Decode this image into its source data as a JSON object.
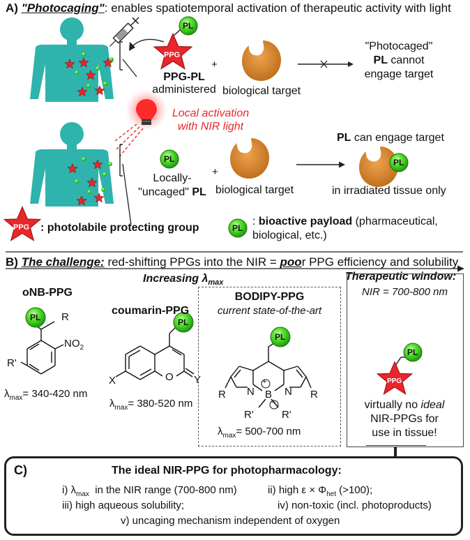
{
  "sectionA": {
    "label": "A)",
    "heading": "\"Photocaging\"",
    "heading_rest": ": enables spatiotemporal activation of therapeutic activity with light",
    "ppg_pl_label_bold": "PPG-PL",
    "ppg_pl_label_2": "administered",
    "biological_target": "biological target",
    "photocaged_line1": "\"Photocaged\"",
    "photocaged_line2": "PL cannot",
    "photocaged_line3": "engage target",
    "plus": "+",
    "local_activation_1": "Local activation",
    "local_activation_2": "with NIR light",
    "locally_1": "Locally-",
    "locally_2": "\"uncaged\" PL",
    "biological_target_2": "biological target",
    "can_engage": "PL can engage target",
    "irradiated": "in irradiated tissue only",
    "legend_ppg": ": photolabile protecting group",
    "legend_pl_bold": "bioactive payload",
    "legend_pl_rest": " (pharmaceutical,",
    "legend_pl_line2": "biological, etc.)",
    "ppg_badge": "PPG",
    "pl_badge": "PL"
  },
  "sectionB": {
    "label": "B)",
    "heading": "The challenge:",
    "heading_rest_1": " red-shifting PPGs into the NIR = ",
    "heading_poo": "poo",
    "heading_rest_2": "r PPG efficiency and solubility",
    "increasing": "Increasing λ",
    "increasing_sub": "max",
    "therapeutic_window": "Therapeutic window:",
    "nir_range": "NIR = 700-800 nm",
    "onb_title": "oNB-PPG",
    "onb_range": "= 340-420 nm",
    "coumarin_title": "coumarin-PPG",
    "coumarin_range": "= 380-520 nm",
    "bodipy_title": "BODIPY-PPG",
    "bodipy_sub": "current state-of-the-art",
    "bodipy_range": "= 500-700 nm",
    "lambda": "λ",
    "lambda_sub": "max",
    "virtually_1": "virtually no ",
    "virtually_ideal": "ideal",
    "virtually_2": "NIR-PPGs for",
    "virtually_3": "use in tissue!"
  },
  "sectionC": {
    "label": "C)",
    "title": "The ideal NIR-PPG for photopharmacology:",
    "item_i_pre": "i) λ",
    "item_i_sub": "max",
    "item_i_post": "  in the NIR range (700-800 nm)",
    "item_ii": "ii) high ε × Φ",
    "item_ii_sub": "het",
    "item_ii_post": " (>100);",
    "item_iii": "iii) high aqueous solubility;",
    "item_iv": "iv) non-toxic (incl. photoproducts)",
    "item_v": "v) uncaging mechanism independent of oxygen"
  },
  "colors": {
    "star_red": "#e8262b",
    "pl_green": "#55e02a",
    "body_teal": "#2fb3ad",
    "target_orange": "#d9822b",
    "nir_red": "#e8262b"
  },
  "icons": [
    "human-body-icon",
    "syringe-icon",
    "lightbulb-icon",
    "star-ppg-icon",
    "pl-sphere-icon",
    "biological-target-icon"
  ]
}
